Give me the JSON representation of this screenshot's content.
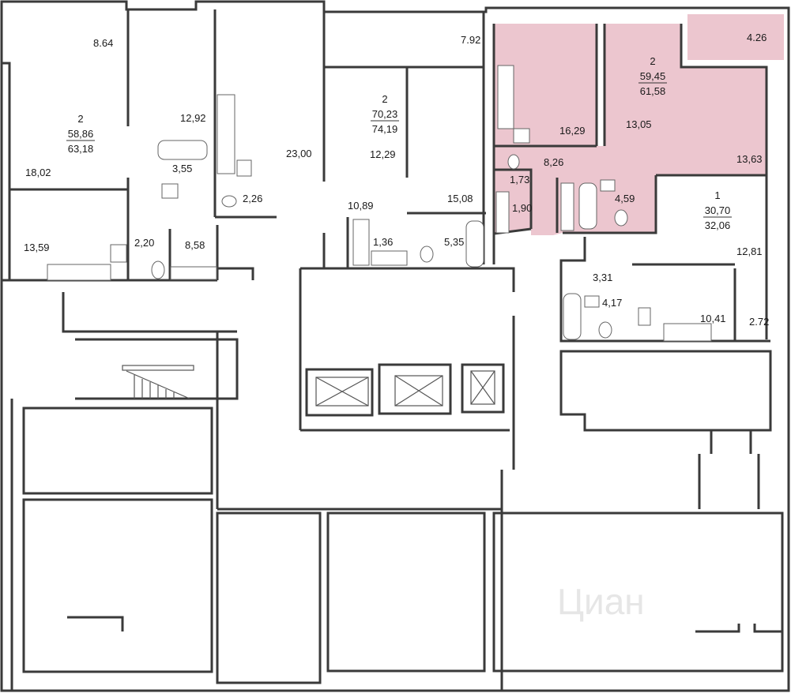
{
  "plan": {
    "highlight_color": "#ecc6cf",
    "wall_color": "#3a3a3a",
    "watermark": "Циан",
    "apartments": [
      {
        "id": "apt-left",
        "rooms": "2",
        "living_area": "58,86",
        "total_area": "63,18"
      },
      {
        "id": "apt-center",
        "rooms": "2",
        "living_area": "70,23",
        "total_area": "74,19"
      },
      {
        "id": "apt-highlighted",
        "rooms": "2",
        "living_area": "59,45",
        "total_area": "61,58"
      },
      {
        "id": "apt-right",
        "rooms": "1",
        "living_area": "30,70",
        "total_area": "32,06"
      }
    ],
    "rooms": [
      "8.64",
      "12,92",
      "18,02",
      "3,55",
      "13,59",
      "2,20",
      "8,58",
      "23,00",
      "2,26",
      "7.92",
      "12,29",
      "10,89",
      "1,36",
      "5,35",
      "15,08",
      "16,29",
      "1,73",
      "1,90",
      "8,26",
      "4,59",
      "13,05",
      "4.26",
      "13,63",
      "12,81",
      "3,31",
      "4,17",
      "10,41",
      "2.72"
    ]
  }
}
